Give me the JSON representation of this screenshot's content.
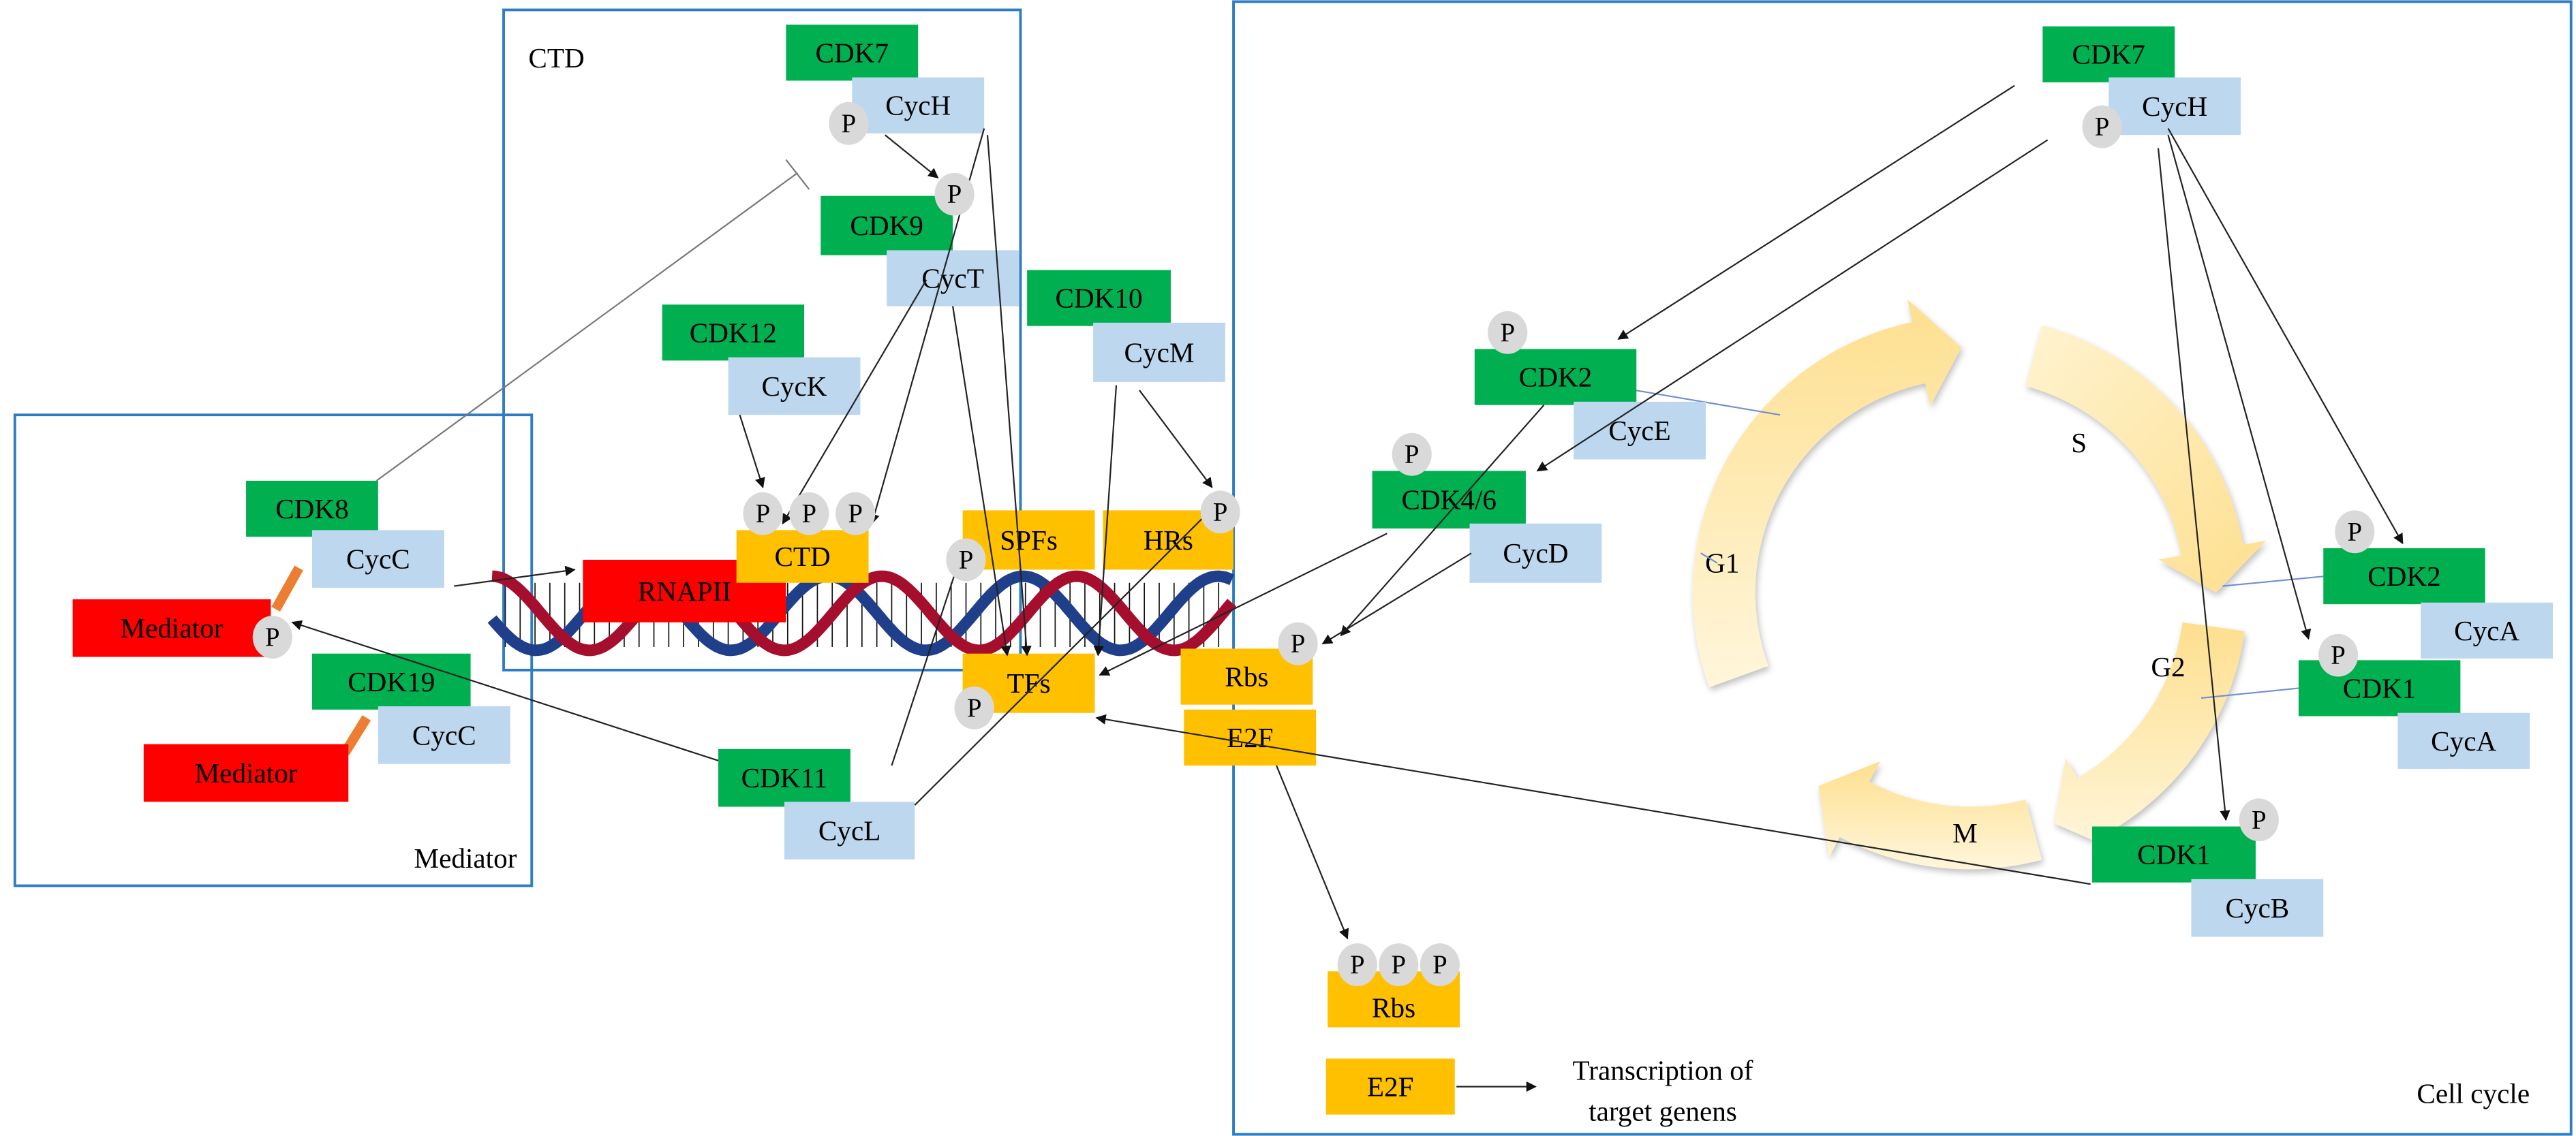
{
  "colors": {
    "cdk": "#00b050",
    "cyclin": "#bdd7ee",
    "factor": "#ffc000",
    "mediator": "#ff0000",
    "phospho": "#d9d9d9",
    "region_border": "#2e7cc4",
    "linker": "#ed7d31",
    "dna_strand_a": "#a50f2d",
    "dna_strand_b": "#1f3f8a",
    "cycle_arrow": "#fde39a"
  },
  "regions": {
    "ctd": {
      "title": "CTD"
    },
    "mediator": {
      "title": "Mediator"
    },
    "cell_cycle": {
      "title": "Cell cycle"
    }
  },
  "nodes": {
    "cdk7_top": "CDK7",
    "cych_top": "CycH",
    "cdk9": "CDK9",
    "cyct": "CycT",
    "cdk12": "CDK12",
    "cyck": "CycK",
    "cdk10": "CDK10",
    "cycm": "CycM",
    "cdk8": "CDK8",
    "cycc_1": "CycC",
    "mediator_1": "Mediator",
    "cdk19": "CDK19",
    "cycc_2": "CycC",
    "mediator_2": "Mediator",
    "rnapii": "RNAPII",
    "ctd": "CTD",
    "spfs": "SPFs",
    "hrs": "HRs",
    "tfs": "TFs",
    "cdk11": "CDK11",
    "cycl": "CycL",
    "rbs": "Rbs",
    "e2f": "E2F",
    "rbs_ppp": "Rbs",
    "e2f_free": "E2F",
    "cdk7_right": "CDK7",
    "cych_right": "CycH",
    "cdk2_e": "CDK2",
    "cyce": "CycE",
    "cdk46": "CDK4/6",
    "cycd": "CycD",
    "cdk2_a": "CDK2",
    "cyca_1": "CycA",
    "cdk1_a": "CDK1",
    "cyca_2": "CycA",
    "cdk1_b": "CDK1",
    "cycb": "CycB"
  },
  "phospho_label": "P",
  "cell_cycle_phases": {
    "g1": "G1",
    "s": "S",
    "g2": "G2",
    "m": "M"
  },
  "transcription_label": {
    "line1": "Transcription of",
    "line2": "target genens"
  }
}
